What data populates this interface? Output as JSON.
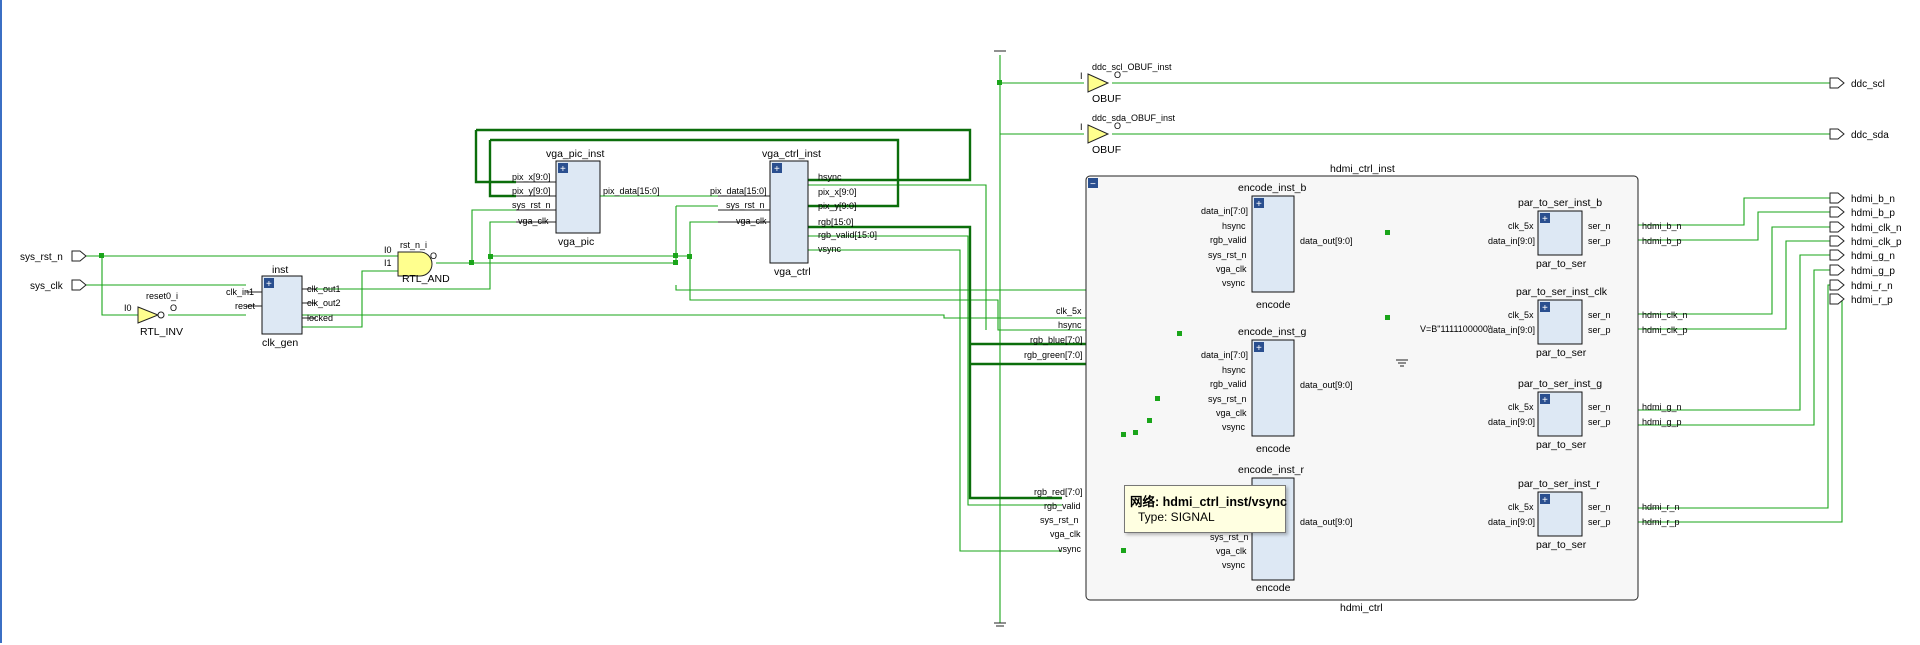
{
  "ports_in": [
    "sys_rst_n",
    "sys_clk"
  ],
  "ports_out": [
    "ddc_scl",
    "ddc_sda",
    "hdmi_b_n",
    "hdmi_b_p",
    "hdmi_clk_n",
    "hdmi_clk_p",
    "hdmi_g_n",
    "hdmi_g_p",
    "hdmi_r_n",
    "hdmi_r_p"
  ],
  "clk_gen": {
    "inst": "inst",
    "type": "clk_gen",
    "pins_in": [
      "clk_in1",
      "reset"
    ],
    "pins_out": [
      "clk_out1",
      "clk_out2",
      "locked"
    ]
  },
  "reset_inv": {
    "inst": "reset0_i",
    "type": "RTL_INV",
    "pin_in": "I0",
    "pin_out": "O"
  },
  "rst_and": {
    "inst": "rst_n_i",
    "type": "RTL_AND",
    "pins_in": [
      "I0",
      "I1"
    ],
    "pin_out": "O"
  },
  "vga_pic": {
    "inst": "vga_pic_inst",
    "type": "vga_pic",
    "pins_in": [
      "pix_x[9:0]",
      "pix_y[9:0]",
      "sys_rst_n",
      "vga_clk"
    ],
    "pins_out": [
      "pix_data[15:0]"
    ]
  },
  "vga_ctrl": {
    "inst": "vga_ctrl_inst",
    "type": "vga_ctrl",
    "pins_in": [
      "pix_data[15:0]",
      "sys_rst_n",
      "vga_clk"
    ],
    "pins_out": [
      "hsync",
      "pix_x[9:0]",
      "pix_y[9:0]",
      "rgb[15:0]",
      "rgb_valid[15:0]",
      "vsync"
    ]
  },
  "obuf_scl": {
    "inst": "ddc_scl_OBUF_inst",
    "type": "OBUF",
    "pin_in": "I",
    "pin_out": "O"
  },
  "obuf_sda": {
    "inst": "ddc_sda_OBUF_inst",
    "type": "OBUF",
    "pin_in": "I",
    "pin_out": "O"
  },
  "hdmi": {
    "inst": "hdmi_ctrl_inst",
    "type": "hdmi_ctrl",
    "collapse_symbol": "−",
    "input_labels": [
      "clk_5x",
      "hsync",
      "rgb_blue[7:0]",
      "rgb_green[7:0]",
      "rgb_red[7:0]",
      "rgb_valid",
      "sys_rst_n",
      "vga_clk",
      "vsync"
    ],
    "encode_pins_in": [
      "data_in[7:0]",
      "hsync",
      "rgb_valid",
      "sys_rst_n",
      "vga_clk",
      "vsync"
    ],
    "encode_pin_out": "data_out[9:0]",
    "encode_type": "encode",
    "encoders": [
      "encode_inst_b",
      "encode_inst_g",
      "encode_inst_r"
    ],
    "ser_pins_in": [
      "clk_5x",
      "data_in[9:0]"
    ],
    "ser_pins_out": [
      "ser_n",
      "ser_p"
    ],
    "ser_type": "par_to_ser",
    "serializers": [
      "par_to_ser_inst_b",
      "par_to_ser_inst_clk",
      "par_to_ser_inst_g",
      "par_to_ser_inst_r"
    ],
    "const_label": "V=B\"1111100000\"",
    "out_labels": [
      "hdmi_b_n",
      "hdmi_b_p",
      "hdmi_clk_n",
      "hdmi_clk_p",
      "hdmi_g_n",
      "hdmi_g_p",
      "hdmi_r_n",
      "hdmi_r_p"
    ]
  },
  "expand_symbol": "+",
  "tooltip": {
    "prefix": "网络:",
    "net": "hdmi_ctrl_inst/vsync",
    "type_line": "Type: SIGNAL"
  },
  "colors": {
    "wire": "#1aa51a",
    "bus": "#0b6e0b",
    "block": "#dde8f4",
    "gate": "#ffff8e",
    "tooltip_bg": "#ffffe1",
    "frame": "#3b6fc4"
  }
}
